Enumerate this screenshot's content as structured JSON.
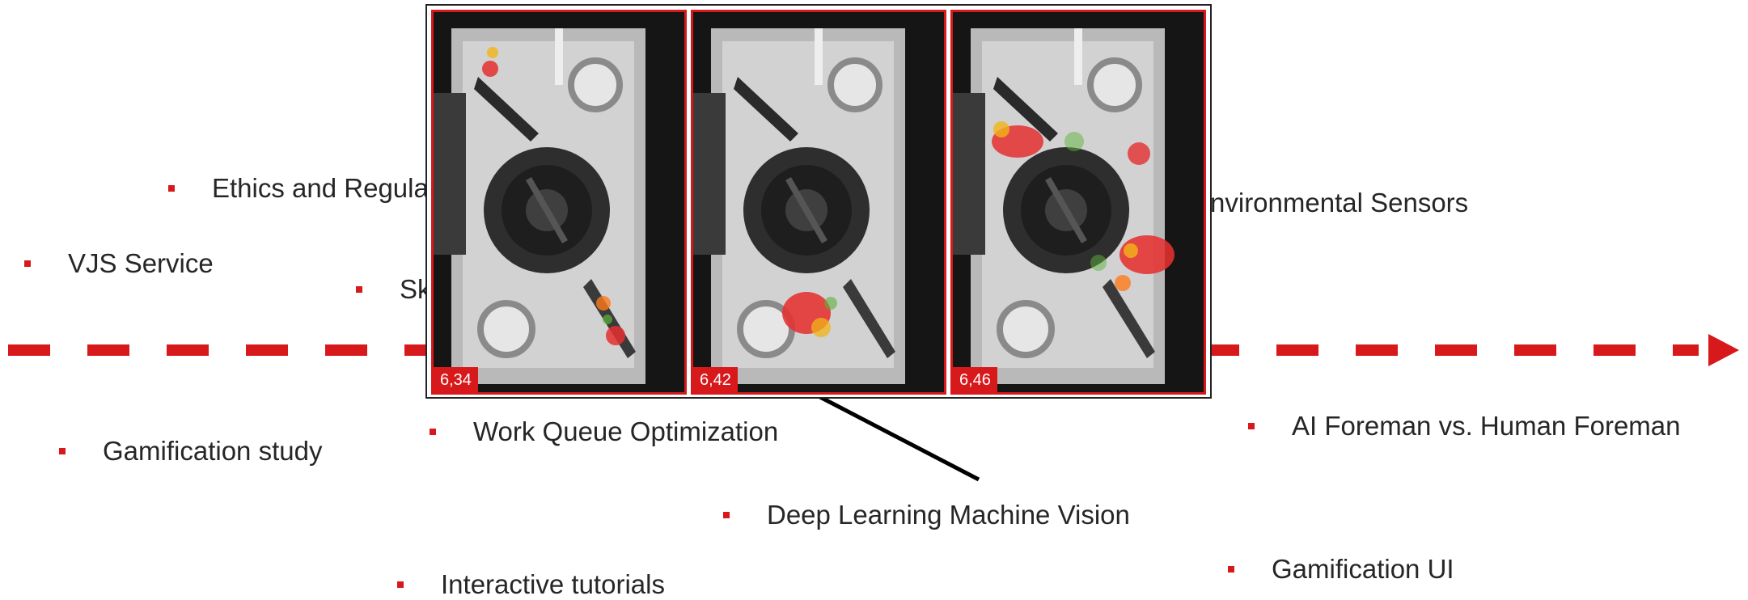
{
  "items": {
    "ethics": "Ethics and Regulations",
    "vjs": "VJS Service",
    "skills": "Skills",
    "env": "Environmental Sensors",
    "gamification_study": "Gamification study",
    "work_queue": "Work Queue Optimization",
    "ai_foreman": "AI Foreman vs. Human Foreman",
    "deep_learning": "Deep Learning Machine Vision",
    "tutorials": "Interactive tutorials",
    "gamification_ui": "Gamification UI"
  },
  "frames": [
    {
      "score": "6,34"
    },
    {
      "score": "6,42"
    },
    {
      "score": "6,46"
    }
  ],
  "colors": {
    "accent": "#d7191c",
    "text": "#262626"
  }
}
